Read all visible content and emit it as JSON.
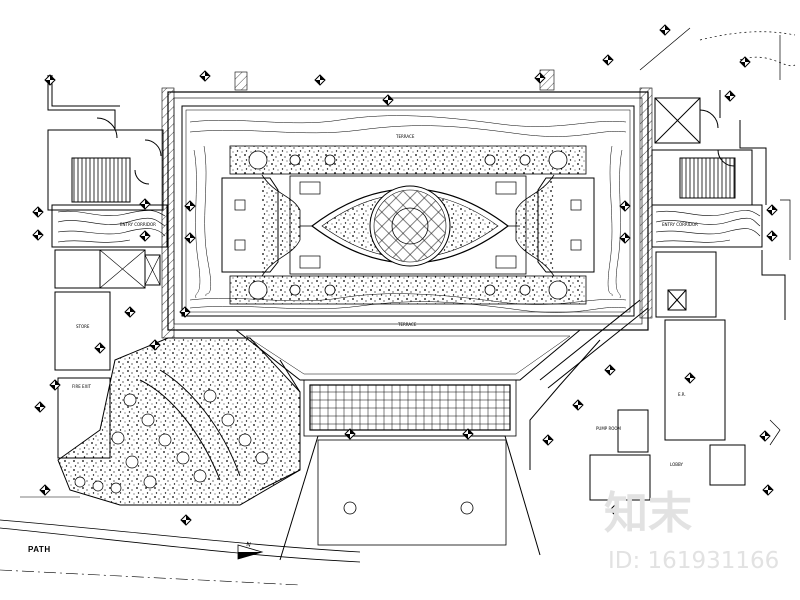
{
  "drawing": {
    "path_label": "PATH",
    "north_marker": "N"
  },
  "labels": {
    "corridor_left": "ENTRY CORRIDOR",
    "corridor_right": "ENTRY CORRIDOR",
    "upper_terrace": "TERRACE",
    "lower_terrace": "TERRACE",
    "left_room": "STORE",
    "left_small": "FIRE EXIT",
    "right_room_1": "LOBBY",
    "right_room_2": "PUMP ROOM",
    "right_small": "E.R."
  },
  "watermark": {
    "logo": "知末",
    "id_text": "ID: 161931166"
  },
  "colors": {
    "line": "#000000",
    "watermark": "#e2e2e2"
  }
}
